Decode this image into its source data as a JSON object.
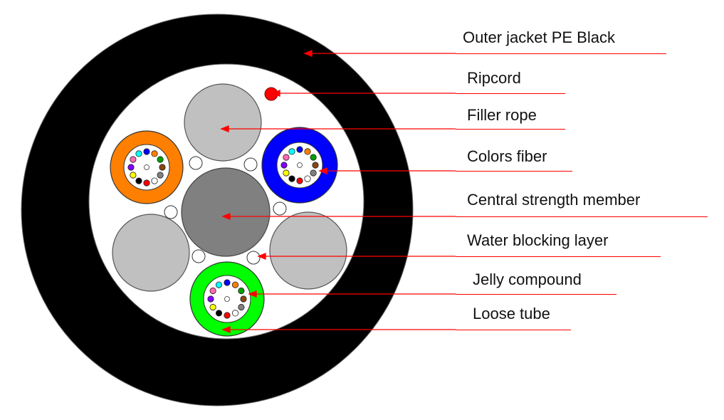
{
  "labels": {
    "outer_jacket": "Outer jacket PE Black",
    "ripcord": "Ripcord",
    "filler_rope": "Filler rope",
    "colors_fiber": "Colors fiber",
    "central_strength_member": "Central strength member",
    "water_blocking_layer": "Water blocking layer",
    "jelly_compound": "Jelly compound",
    "loose_tube": "Loose tube"
  },
  "colors": {
    "jacket": "#000000",
    "inner_fill": "#ffffff",
    "filler": "#c0c0c0",
    "central_member": "#808080",
    "ripcord": "#ff0000",
    "leader_line": "#ff0000",
    "underline": "#ff0000",
    "tube_orange": "#ff8000",
    "tube_blue": "#0000ff",
    "tube_green": "#00ff00"
  },
  "fiber_colors": [
    "#0000ff",
    "#ff8000",
    "#00a000",
    "#8b4513",
    "#808080",
    "#ffffff",
    "#ff0000",
    "#000000",
    "#ffff00",
    "#8000ff",
    "#ff69b4",
    "#00ffff"
  ]
}
